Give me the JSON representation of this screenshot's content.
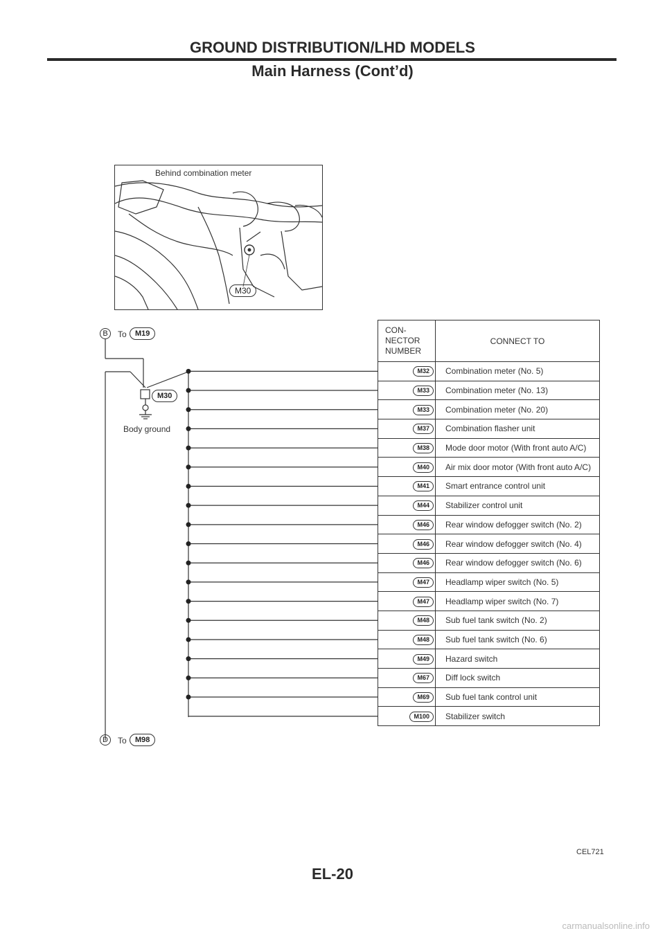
{
  "header": {
    "title": "GROUND DISTRIBUTION/LHD MODELS",
    "subtitle": "Main Harness (Cont’d)"
  },
  "photo": {
    "caption": "Behind combination meter",
    "connector_label": "M30"
  },
  "diagram": {
    "top_ref": {
      "letter": "B",
      "to": "To",
      "connector": "M19"
    },
    "bottom_ref": {
      "letter": "D",
      "to": "To",
      "connector": "M98"
    },
    "ground_connector": "M30",
    "ground_label": "Body ground"
  },
  "table": {
    "header_number": "CON-\nNECTOR\nNUMBER",
    "header_connect": "CONNECT TO",
    "rows": [
      {
        "connector": "M32",
        "connect_to": "Combination meter (No. 5)"
      },
      {
        "connector": "M33",
        "connect_to": "Combination meter (No. 13)"
      },
      {
        "connector": "M33",
        "connect_to": "Combination meter (No. 20)"
      },
      {
        "connector": "M37",
        "connect_to": "Combination flasher unit"
      },
      {
        "connector": "M38",
        "connect_to": "Mode door motor (With front auto A/C)"
      },
      {
        "connector": "M40",
        "connect_to": "Air mix door motor (With front auto A/C)"
      },
      {
        "connector": "M41",
        "connect_to": "Smart entrance control unit"
      },
      {
        "connector": "M44",
        "connect_to": "Stabilizer control unit"
      },
      {
        "connector": "M46",
        "connect_to": "Rear window defogger switch (No. 2)"
      },
      {
        "connector": "M46",
        "connect_to": "Rear window defogger switch (No. 4)"
      },
      {
        "connector": "M46",
        "connect_to": "Rear window defogger switch (No. 6)"
      },
      {
        "connector": "M47",
        "connect_to": "Headlamp wiper switch (No. 5)"
      },
      {
        "connector": "M47",
        "connect_to": "Headlamp wiper switch (No. 7)"
      },
      {
        "connector": "M48",
        "connect_to": "Sub fuel tank switch (No. 2)"
      },
      {
        "connector": "M48",
        "connect_to": "Sub fuel tank switch (No. 6)"
      },
      {
        "connector": "M49",
        "connect_to": "Hazard switch"
      },
      {
        "connector": "M67",
        "connect_to": "Diff lock switch"
      },
      {
        "connector": "M69",
        "connect_to": "Sub fuel tank control unit"
      },
      {
        "connector": "M100",
        "connect_to": "Stabilizer switch"
      }
    ]
  },
  "figure_code": "CEL721",
  "page_number": "EL-20",
  "footer": "carmanualsonline.info"
}
